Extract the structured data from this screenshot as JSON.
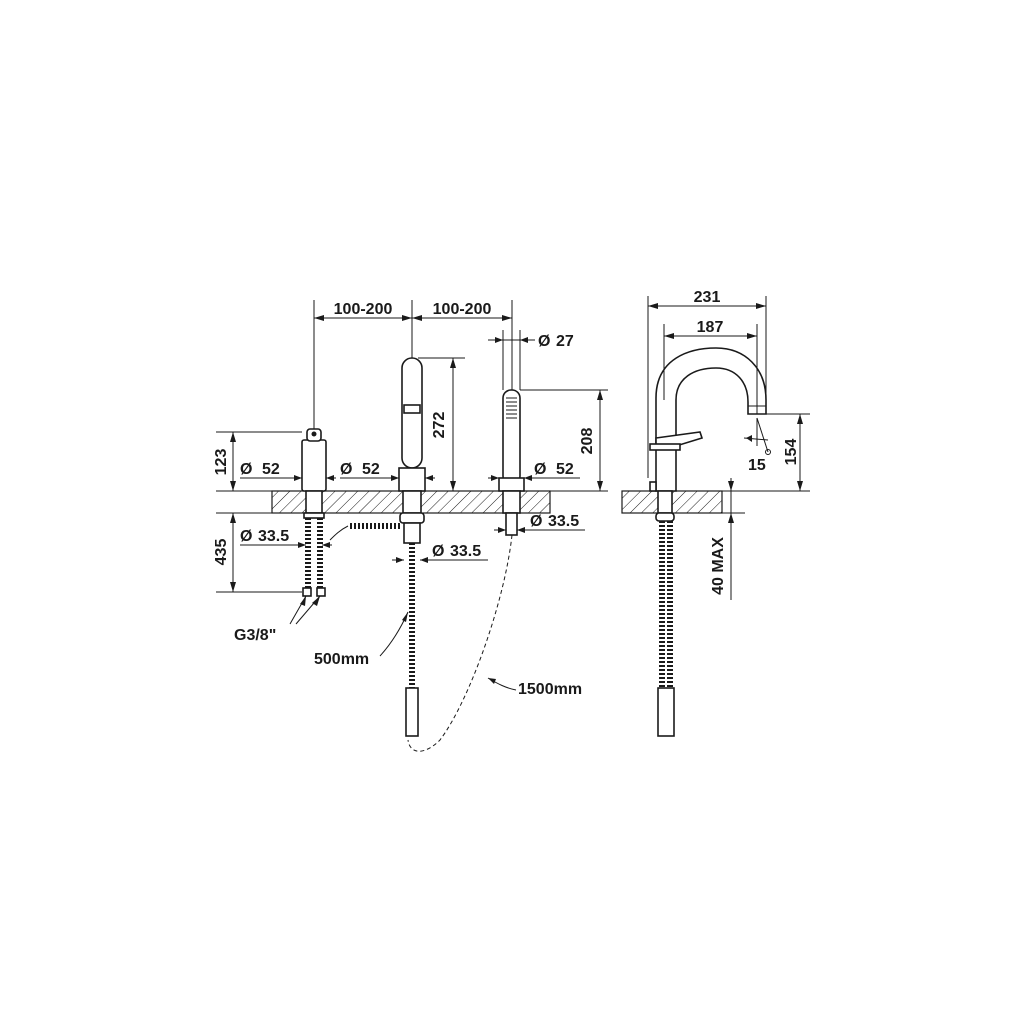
{
  "diagram": {
    "front_view": {
      "spacing_left": "100-200",
      "spacing_right": "100-200",
      "handshower_diameter": "27",
      "spout_height": "272",
      "handshower_height": "208",
      "lever_height": "123",
      "below_deck_length": "435",
      "body_diameter_left": "52",
      "body_diameter_mid": "52",
      "body_diameter_right": "52",
      "shank_diameter_left": "33.5",
      "shank_diameter_mid": "33.5",
      "shank_diameter_right": "33.5",
      "connection_thread": "G3/8\"",
      "hose_length_short": "500mm",
      "hose_length_long": "1500mm"
    },
    "side_view": {
      "spout_reach_total": "231",
      "spout_reach_outlet": "187",
      "outlet_height": "154",
      "outlet_angle": "15",
      "deck_thickness_max": "40 MAX"
    },
    "diameter_symbol": "Ø"
  }
}
